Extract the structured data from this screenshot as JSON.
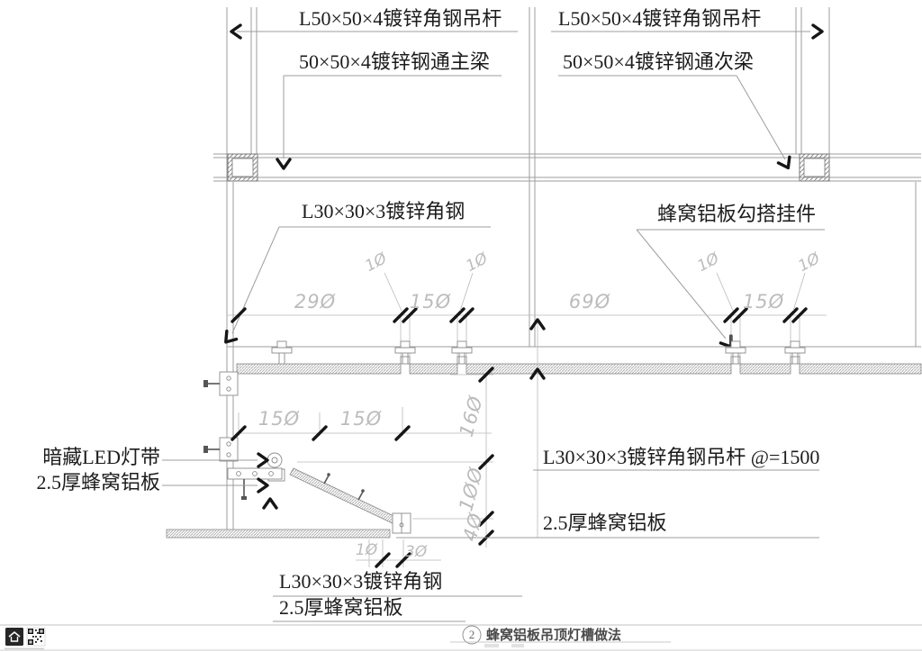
{
  "labels": {
    "hanger_rod_left": "L50×50×4镀锌角钢吊杆",
    "main_beam": "50×50×4镀锌钢通主梁",
    "hanger_rod_right": "L50×50×4镀锌角钢吊杆",
    "secondary_beam": "50×50×4镀锌钢通次梁",
    "angle_steel_mid": "L30×30×3镀锌角钢",
    "panel_hook": "蜂窝铝板勾搭挂件",
    "led_strip": "暗藏LED灯带",
    "panel_left": "2.5厚蜂窝铝板",
    "angle_rod_right": "L30×30×3镀锌角钢吊杆 @=1500",
    "panel_right": "2.5厚蜂窝铝板",
    "angle_steel_bottom": "L30×30×3镀锌角钢",
    "panel_bottom": "2.5厚蜂窝铝板"
  },
  "dims": {
    "w290": "290",
    "w150_left": "150",
    "w690": "690",
    "w150_right": "150",
    "g10_1": "10",
    "g10_2": "10",
    "g10_3": "10",
    "g10_4": "10",
    "c150_1": "150",
    "c150_2": "150",
    "h160": "160",
    "h100": "100",
    "h40": "40",
    "b10": "10",
    "b30": "30"
  },
  "title": {
    "number": "2",
    "text": "蜂窝铝板吊顶灯槽做法"
  },
  "colors": {
    "drawing_line": "#9e9e9e",
    "annotation": "#161616",
    "dim_text": "#bcbcbc"
  }
}
